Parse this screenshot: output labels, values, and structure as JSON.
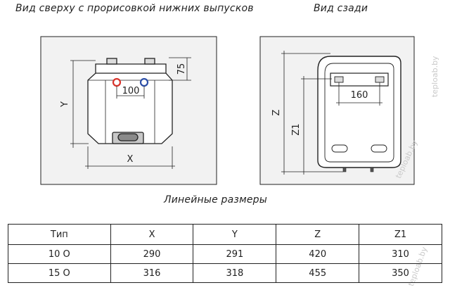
{
  "captions": {
    "top_view": "Вид сверху с прорисовкой нижних выпусков",
    "back_view": "Вид сзади",
    "table_title": "Линейные размеры"
  },
  "top_view_dims": {
    "pipe_spacing": "100",
    "depth": "75",
    "height_letter": "Y",
    "width_letter": "X"
  },
  "back_view_dims": {
    "bracket_spacing": "160",
    "height_letter": "Z",
    "mount_height_letter": "Z1"
  },
  "watermark": "teploab.by",
  "table": {
    "headers": [
      "Тип",
      "X",
      "Y",
      "Z",
      "Z1"
    ],
    "rows": [
      [
        "10 О",
        "290",
        "291",
        "420",
        "310"
      ],
      [
        "15 О",
        "316",
        "318",
        "455",
        "350"
      ]
    ]
  },
  "colors": {
    "hot_pipe": "#d9332b",
    "cold_pipe": "#2c4fa8",
    "panel_fill": "#f2f2f2",
    "line": "#222222"
  }
}
